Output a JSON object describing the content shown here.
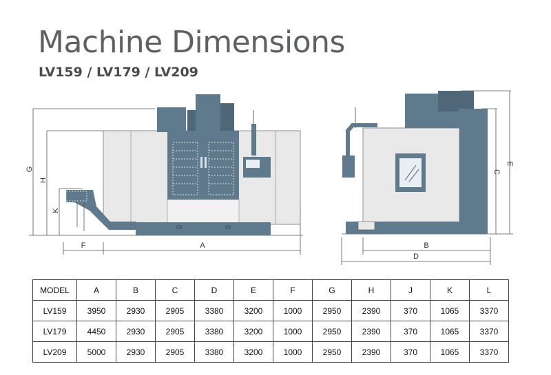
{
  "title": "Machine Dimensions",
  "subtitle": "LV159 / LV179 / LV209",
  "drawing": {
    "front_labels": {
      "g": "G",
      "h": "H",
      "k": "K",
      "f": "F",
      "a": "A"
    },
    "side_labels": {
      "c": "C",
      "e": "E",
      "b": "B",
      "d": "D"
    }
  },
  "colors": {
    "body": "#e9e9e9",
    "steel": "#5f7a8c",
    "steel_dark": "#4f6778",
    "line": "#555555"
  },
  "table": {
    "headers": [
      "MODEL",
      "A",
      "B",
      "C",
      "D",
      "E",
      "F",
      "G",
      "H",
      "J",
      "K",
      "L"
    ],
    "rows": [
      [
        "LV159",
        "3950",
        "2930",
        "2905",
        "3380",
        "3200",
        "1000",
        "2950",
        "2390",
        "370",
        "1065",
        "3370"
      ],
      [
        "LV179",
        "4450",
        "2930",
        "2905",
        "3380",
        "3200",
        "1000",
        "2950",
        "2390",
        "370",
        "1065",
        "3370"
      ],
      [
        "LV209",
        "5000",
        "2930",
        "2905",
        "3380",
        "3200",
        "1000",
        "2950",
        "2390",
        "370",
        "1065",
        "3370"
      ]
    ]
  }
}
